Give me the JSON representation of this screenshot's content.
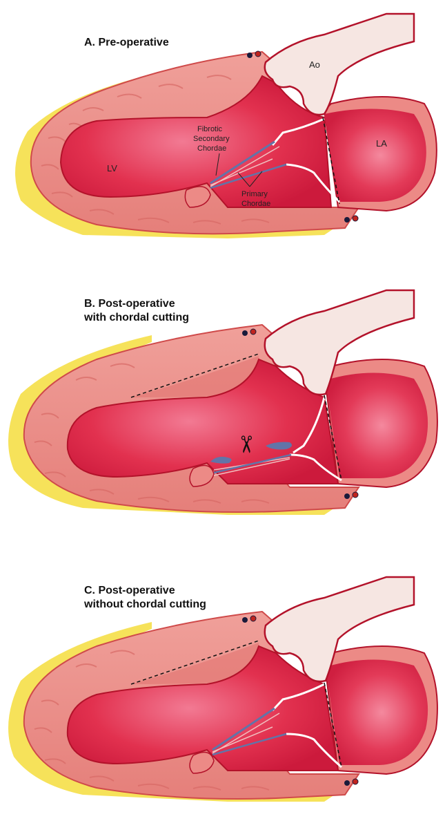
{
  "panels": [
    {
      "title": "A. Pre-operative",
      "labels": {
        "ao": "Ao",
        "la": "LA",
        "lv": "LV",
        "secondary": [
          "Fibrotic",
          "Secondary",
          "Chordae"
        ],
        "primary": [
          "Primary",
          "Chordae"
        ]
      }
    },
    {
      "title": "B. Post-operative\nwith chordal cutting"
    },
    {
      "title": "C. Post-operative\nwithout chordal cutting"
    }
  ],
  "colors": {
    "myocardium": "#ec8a86",
    "myocardium_dark": "#d8625e",
    "cavity": "#d81e45",
    "cavity_light": "#ee5878",
    "aorta": "#f6e6e2",
    "outline": "#b3122a",
    "fat": "#f6e25a",
    "chordae_blue": "#6274a8"
  }
}
